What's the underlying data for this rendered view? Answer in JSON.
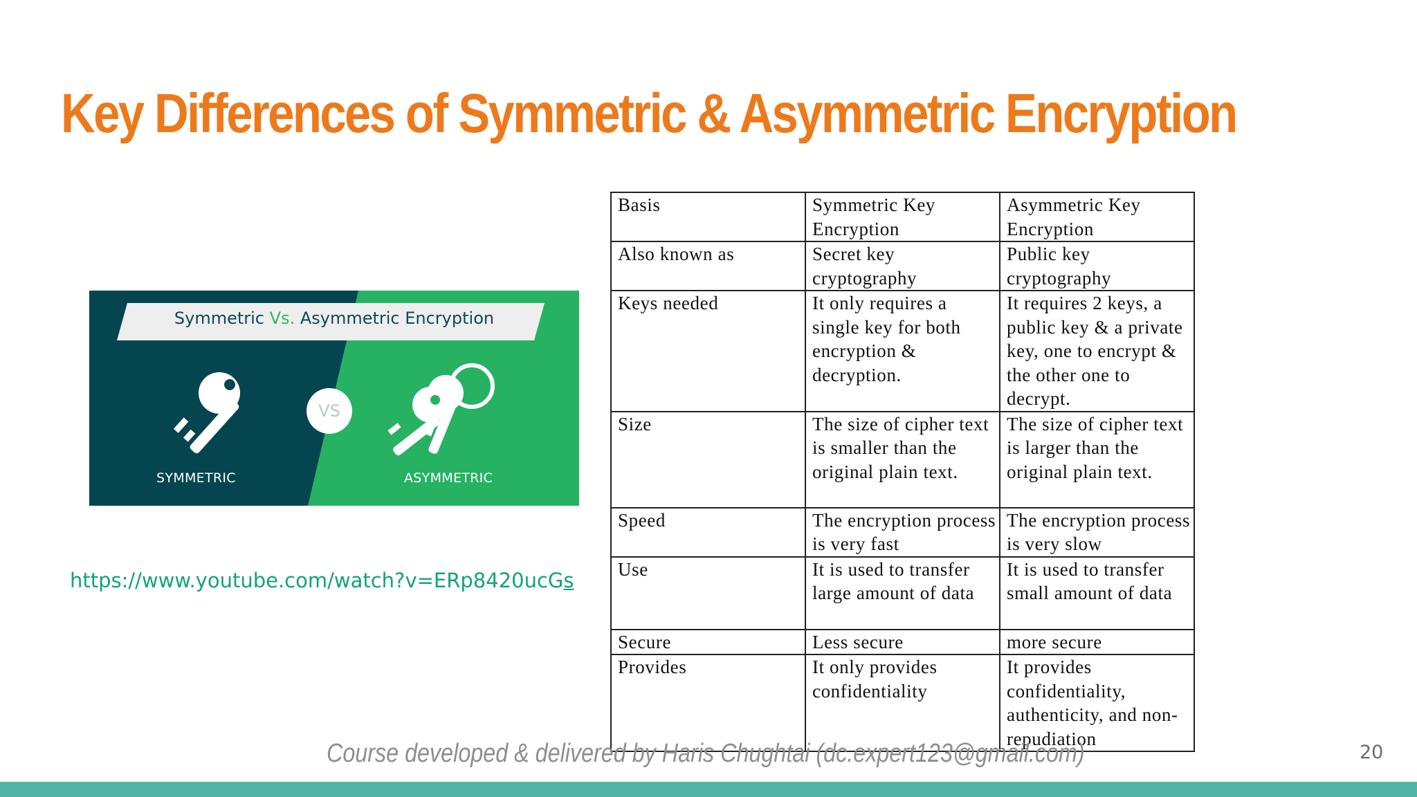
{
  "slide": {
    "title": "Key Differences of Symmetric & Asymmetric Encryption",
    "banner": {
      "title_part1": "Symmetric ",
      "title_vs": "Vs.",
      "title_part2": " Asymmetric Encryption",
      "vs_badge": "VS",
      "left_label": "SYMMETRIC",
      "right_label": "ASYMMETRIC",
      "colors": {
        "dark": "#04454f",
        "green": "#27b263",
        "key": "#ffffff"
      },
      "left_icon": "key-icon",
      "right_icon": "key-ring-icon"
    },
    "video_link": {
      "text_main": "https://www.youtube.com/watch?v=ERp8420ucG",
      "text_underlined": "s"
    },
    "footer": "Course developed & delivered by Haris Chughtai (dc.expert123@gmail.com)",
    "page_number": "20",
    "accent_color": "#ec7a1c",
    "bar_color": "#4fb5a6"
  },
  "table": {
    "rows": [
      {
        "basis": "Basis",
        "symmetric": "Symmetric Key Encryption",
        "asymmetric": "Asymmetric Key Encryption"
      },
      {
        "basis": "Also known as",
        "symmetric": "Secret key cryptography",
        "asymmetric": "Public key cryptography"
      },
      {
        "basis": "Keys needed",
        "symmetric": "It only requires a single key for both encryption & decryption.",
        "asymmetric": "It requires 2 keys, a public key & a private key, one to encrypt & the other one to decrypt."
      },
      {
        "basis": "Size",
        "symmetric": "The size of cipher text is smaller than the original plain text.",
        "asymmetric": "The size of cipher text is larger than the original plain text."
      },
      {
        "basis": "Speed",
        "symmetric": "The encryption process is very fast",
        "asymmetric": "The encryption process is very slow"
      },
      {
        "basis": "Use",
        "symmetric": "It is used to transfer large amount of data",
        "asymmetric": "It is used to transfer small amount of data"
      },
      {
        "basis": "Secure",
        "symmetric": "Less secure",
        "asymmetric": "more secure"
      },
      {
        "basis": "Provides",
        "symmetric": "It only provides confidentiality",
        "asymmetric": "It provides confidentiality, authenticity, and non-repudiation"
      }
    ]
  }
}
